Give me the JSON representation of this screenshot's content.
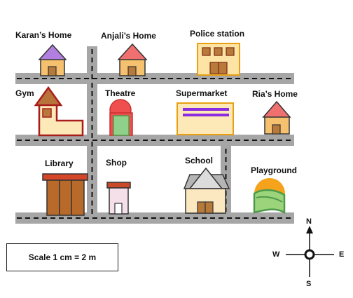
{
  "places": {
    "karans_home": "Karan’s Home",
    "anjalis_home": "Anjali’s Home",
    "police_station": "Police station",
    "gym": "Gym",
    "theatre": "Theatre",
    "supermarket": "Supermarket",
    "rias_home": "Ria’s Home",
    "library": "Library",
    "shop": "Shop",
    "school": "School",
    "playground": "Playground"
  },
  "scale": {
    "text": "Scale 1 cm = 2 m"
  },
  "compass": {
    "north": "N",
    "south": "S",
    "east": "E",
    "west": "W"
  },
  "colors": {
    "road": "#a6a6a6",
    "road_marking": "#111111",
    "house_wall": "#f5c16f",
    "house_outline": "#333333",
    "roof_purple": "#b07fe0",
    "roof_red": "#f07070",
    "door_brown": "#b87a3a",
    "police_wall": "#fde3a4",
    "police_outline": "#e8a012",
    "gym_outline": "#a81c1c",
    "gym_roof": "#b8733a",
    "theatre_red": "#f04f4f",
    "theatre_green": "#8fd08a",
    "supermarket_wall": "#fde9b8",
    "supermarket_stripe": "#8b2be2",
    "library_wood": "#b86a2a",
    "library_roof": "#d4452a",
    "shop_wall": "#f5e0ea",
    "shop_roof": "#c94a2a",
    "school_roof": "#b5b5b5",
    "school_wall": "#fbe8c0",
    "playground_sun": "#f5a21c",
    "playground_grass": "#9bd47a"
  }
}
